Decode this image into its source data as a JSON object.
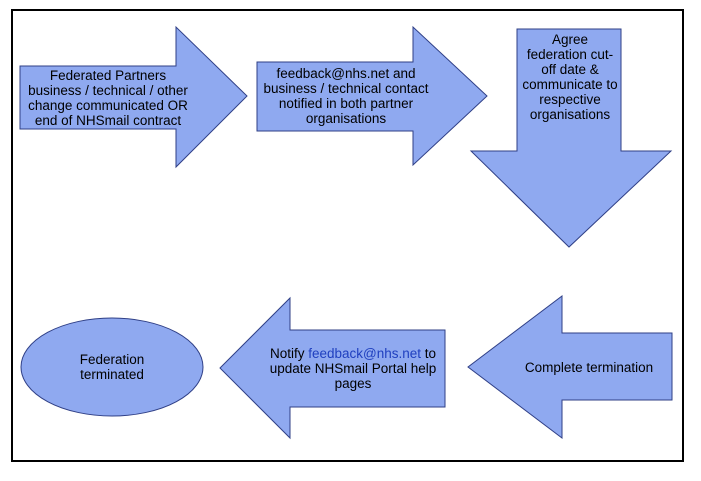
{
  "colors": {
    "shape_fill": "#8fa9f0",
    "shape_stroke": "#2f3f86",
    "link": "#1f3fbf",
    "border": "#000000"
  },
  "steps": {
    "step1": "Federated Partners business / technical / other change communicated OR end of NHSmail contract",
    "step2": "feedback@nhs.net and business / technical contact notified in both partner organisations",
    "step3": "Agree federation cut-off date & communicate to respective organisations",
    "step4": "Complete termination",
    "step5": {
      "prefix": "Notify ",
      "link": "feedback@nhs.net",
      "suffix": " to update NHSmail Portal help pages"
    },
    "step6": "Federation terminated"
  }
}
